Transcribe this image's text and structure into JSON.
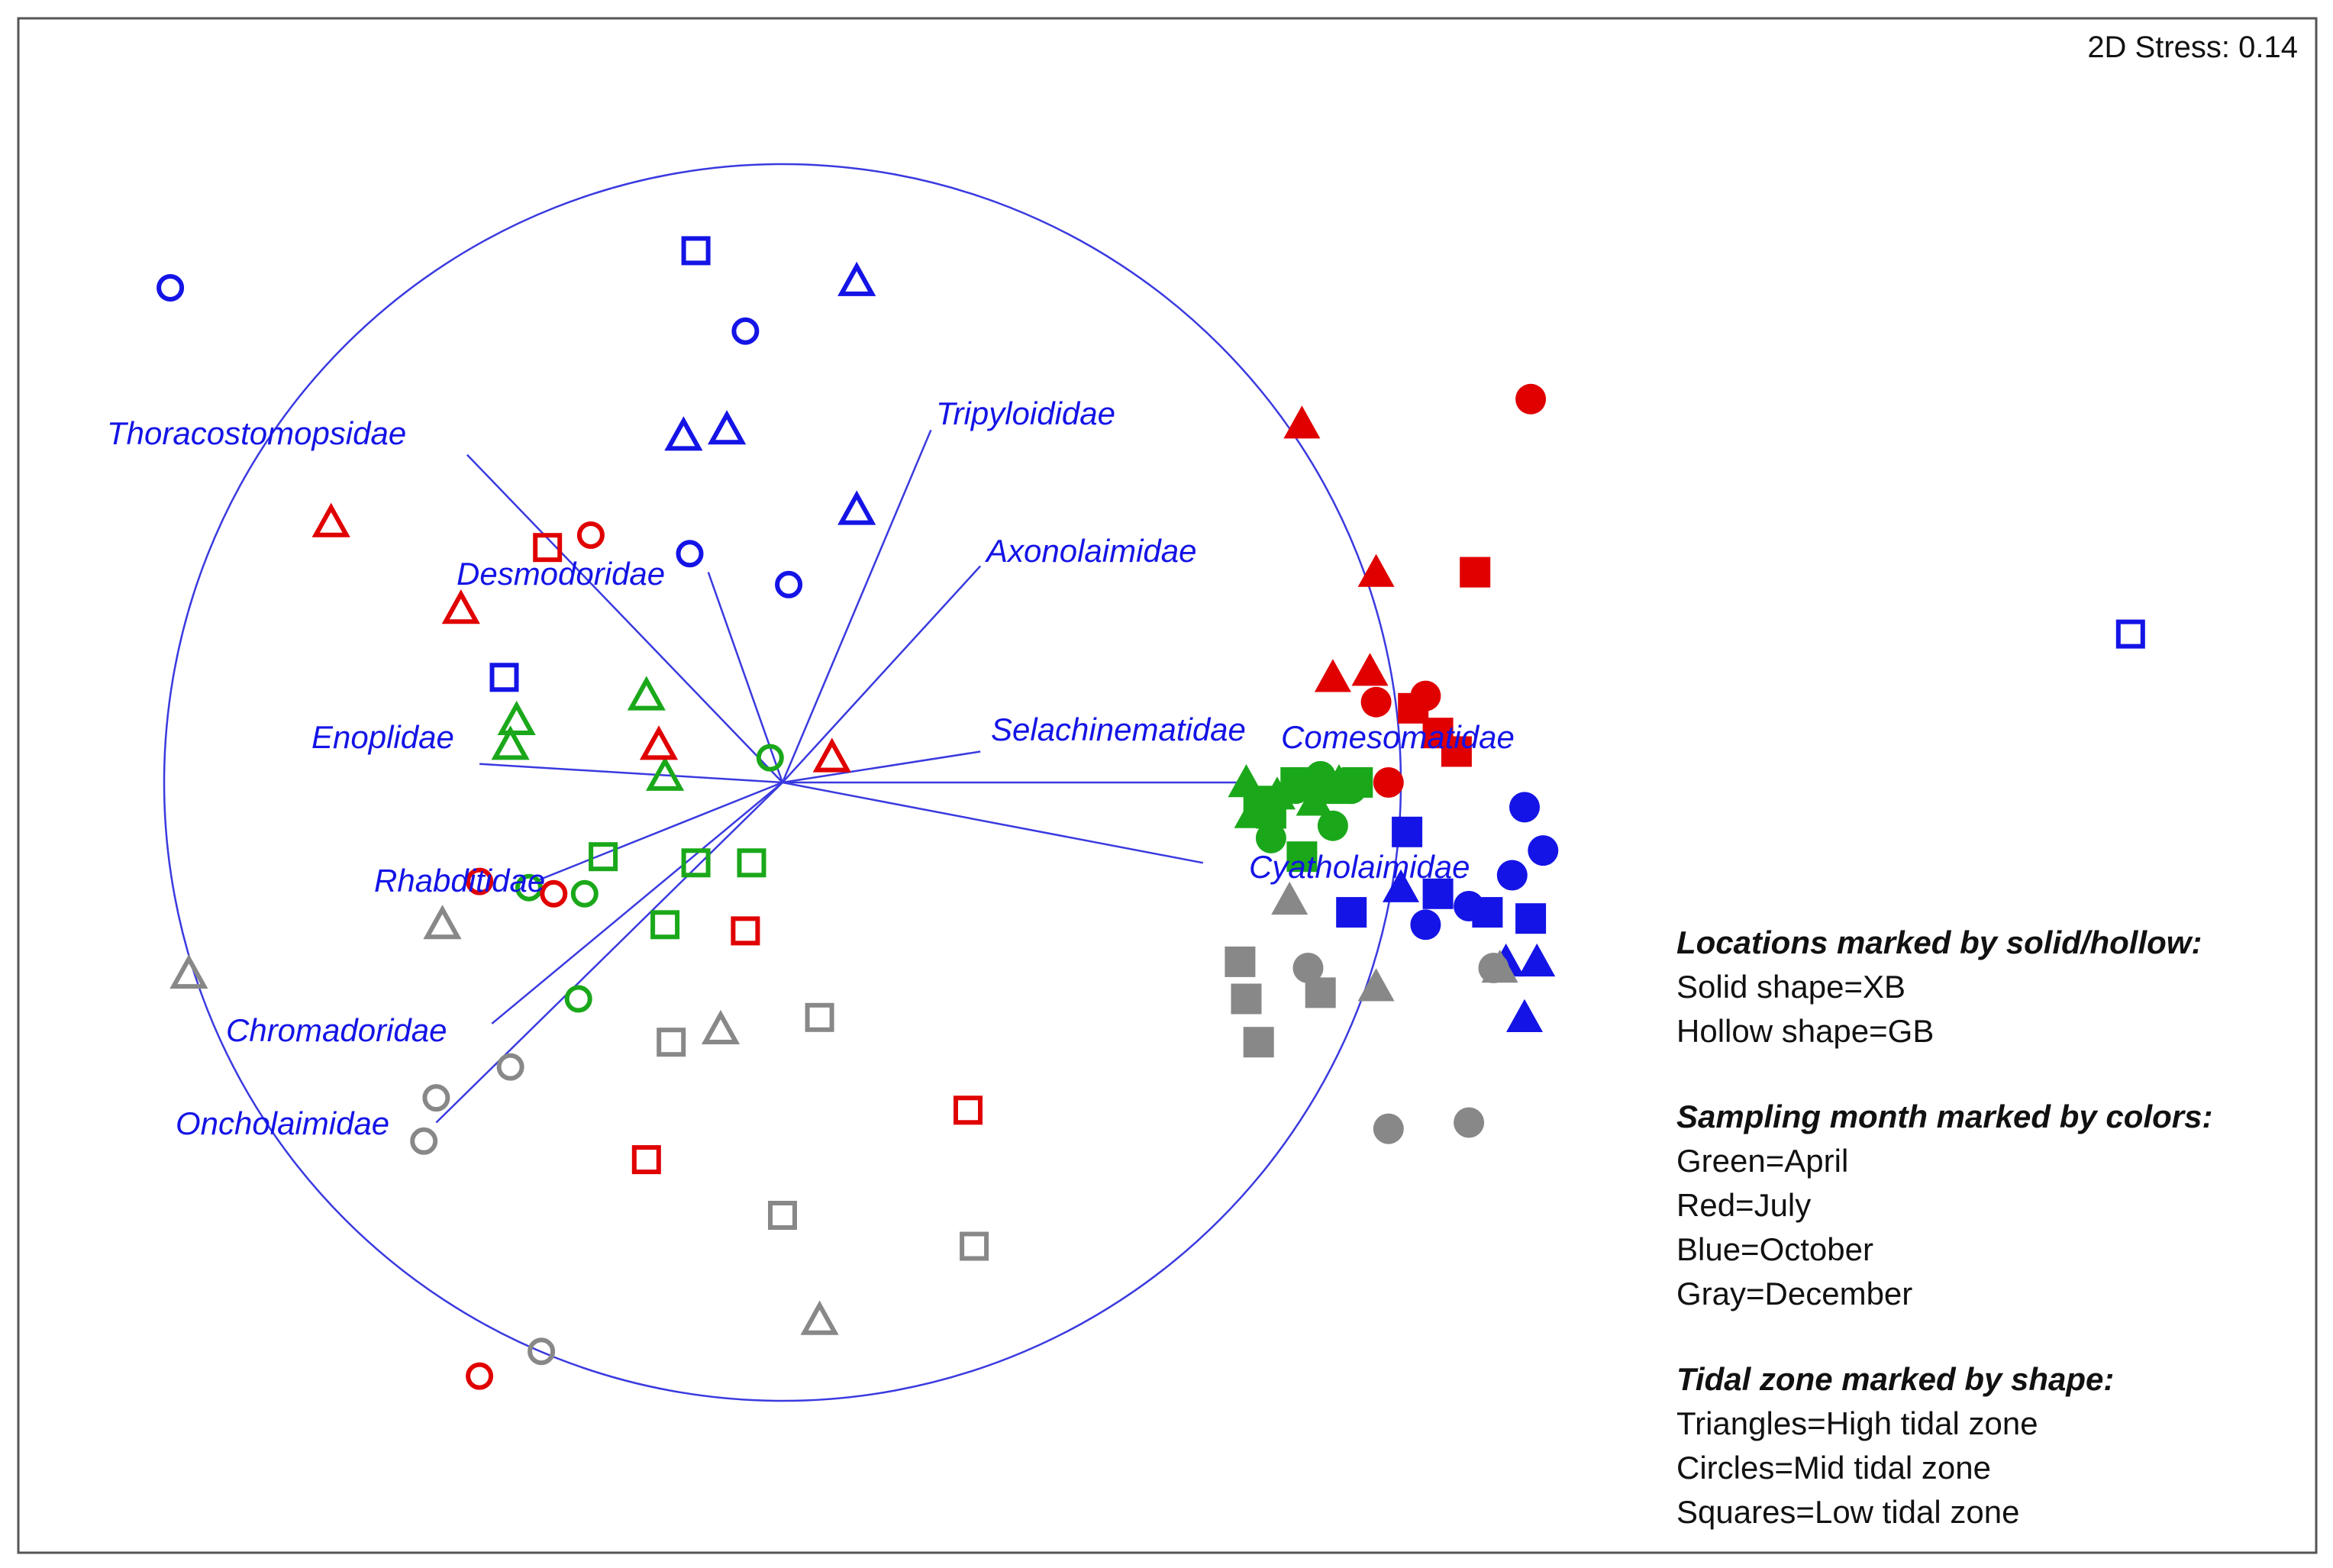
{
  "chart_data": {
    "type": "scatter",
    "title": "",
    "xlabel": "",
    "ylabel": "",
    "grid": false,
    "stress_label": "2D Stress: 0.14",
    "vector_circle": {
      "cx": 0,
      "cy": 0,
      "r": 1
    },
    "vectors": [
      {
        "label": "Thoracostomopsidae",
        "x": -0.51,
        "y": 0.53
      },
      {
        "label": "Desmodoridae",
        "x": -0.12,
        "y": 0.34
      },
      {
        "label": "Tripyloididae",
        "x": 0.24,
        "y": 0.57
      },
      {
        "label": "Axonolaimidae",
        "x": 0.32,
        "y": 0.35
      },
      {
        "label": "Enoplidae",
        "x": -0.49,
        "y": 0.03
      },
      {
        "label": "Selachinematidae",
        "x": 0.32,
        "y": 0.05
      },
      {
        "label": "Comesomatidae",
        "x": 0.75,
        "y": 0.0
      },
      {
        "label": "Cyatholaimidae",
        "x": 0.68,
        "y": -0.13
      },
      {
        "label": "Rhabditidae",
        "x": -0.4,
        "y": -0.16
      },
      {
        "label": "Chromadoridae",
        "x": -0.47,
        "y": -0.39
      },
      {
        "label": "Oncholaimidae",
        "x": -0.56,
        "y": -0.55
      }
    ],
    "series": [
      {
        "color": "#1aa81a",
        "filled": false,
        "shape": "triangle",
        "points": [
          [
            -0.22,
            0.14
          ],
          [
            -0.43,
            0.1
          ],
          [
            -0.44,
            0.06
          ],
          [
            -0.19,
            0.01
          ]
        ]
      },
      {
        "color": "#1aa81a",
        "filled": false,
        "shape": "circle",
        "points": [
          [
            -0.02,
            0.04
          ],
          [
            -0.41,
            -0.17
          ],
          [
            -0.32,
            -0.18
          ],
          [
            -0.33,
            -0.35
          ]
        ]
      },
      {
        "color": "#1aa81a",
        "filled": false,
        "shape": "square",
        "points": [
          [
            -0.29,
            -0.12
          ],
          [
            -0.14,
            -0.13
          ],
          [
            -0.05,
            -0.13
          ],
          [
            -0.19,
            -0.23
          ]
        ]
      },
      {
        "color": "#e00000",
        "filled": false,
        "shape": "triangle",
        "points": [
          [
            -0.73,
            0.42
          ],
          [
            -0.52,
            0.28
          ],
          [
            -0.2,
            0.06
          ],
          [
            0.08,
            0.04
          ]
        ]
      },
      {
        "color": "#e00000",
        "filled": false,
        "shape": "circle",
        "points": [
          [
            -0.31,
            0.4
          ],
          [
            -0.49,
            -0.16
          ],
          [
            -0.37,
            -0.18
          ],
          [
            -0.49,
            -0.96
          ]
        ]
      },
      {
        "color": "#e00000",
        "filled": false,
        "shape": "square",
        "points": [
          [
            -0.38,
            0.38
          ],
          [
            -0.06,
            -0.24
          ],
          [
            0.3,
            -0.53
          ],
          [
            -0.22,
            -0.61
          ]
        ]
      },
      {
        "color": "#1414e6",
        "filled": false,
        "shape": "triangle",
        "points": [
          [
            0.12,
            0.81
          ],
          [
            -0.16,
            0.56
          ],
          [
            -0.09,
            0.57
          ],
          [
            0.12,
            0.44
          ]
        ]
      },
      {
        "color": "#1414e6",
        "filled": false,
        "shape": "circle",
        "points": [
          [
            -0.99,
            0.8
          ],
          [
            -0.06,
            0.73
          ],
          [
            -0.15,
            0.37
          ],
          [
            0.01,
            0.32
          ]
        ]
      },
      {
        "color": "#1414e6",
        "filled": false,
        "shape": "square",
        "points": [
          [
            -0.14,
            0.86
          ],
          [
            -0.45,
            0.17
          ],
          [
            2.18,
            0.24
          ]
        ]
      },
      {
        "color": "#888888",
        "filled": false,
        "shape": "triangle",
        "points": [
          [
            -0.55,
            -0.23
          ],
          [
            -0.96,
            -0.31
          ],
          [
            -0.1,
            -0.4
          ],
          [
            0.06,
            -0.87
          ]
        ]
      },
      {
        "color": "#888888",
        "filled": false,
        "shape": "circle",
        "points": [
          [
            -0.44,
            -0.46
          ],
          [
            -0.56,
            -0.51
          ],
          [
            -0.58,
            -0.58
          ],
          [
            -0.39,
            -0.92
          ]
        ]
      },
      {
        "color": "#888888",
        "filled": false,
        "shape": "square",
        "points": [
          [
            -0.18,
            -0.42
          ],
          [
            0.06,
            -0.38
          ],
          [
            0.0,
            -0.7
          ],
          [
            0.31,
            -0.75
          ]
        ]
      },
      {
        "color": "#1aa81a",
        "filled": true,
        "shape": "triangle",
        "points": [
          [
            0.75,
            0.0
          ],
          [
            0.76,
            -0.05
          ],
          [
            0.8,
            -0.02
          ],
          [
            0.86,
            -0.03
          ],
          [
            0.88,
            -0.01
          ],
          [
            0.9,
            0.0
          ]
        ]
      },
      {
        "color": "#1aa81a",
        "filled": true,
        "shape": "circle",
        "points": [
          [
            0.79,
            -0.09
          ],
          [
            0.83,
            -0.01
          ],
          [
            0.87,
            0.01
          ],
          [
            0.89,
            -0.07
          ],
          [
            0.91,
            0.0
          ],
          [
            0.92,
            -0.01
          ]
        ]
      },
      {
        "color": "#1aa81a",
        "filled": true,
        "shape": "square",
        "points": [
          [
            0.77,
            -0.03
          ],
          [
            0.79,
            -0.05
          ],
          [
            0.83,
            0.0
          ],
          [
            0.84,
            -0.12
          ],
          [
            0.9,
            -0.01
          ],
          [
            0.93,
            0.0
          ]
        ]
      },
      {
        "color": "#e00000",
        "filled": true,
        "shape": "triangle",
        "points": [
          [
            0.84,
            0.58
          ],
          [
            0.96,
            0.34
          ],
          [
            0.89,
            0.17
          ],
          [
            0.95,
            0.18
          ]
        ]
      },
      {
        "color": "#e00000",
        "filled": true,
        "shape": "circle",
        "points": [
          [
            1.21,
            0.62
          ],
          [
            0.96,
            0.13
          ],
          [
            1.04,
            0.14
          ],
          [
            0.98,
            0.0
          ]
        ]
      },
      {
        "color": "#e00000",
        "filled": true,
        "shape": "square",
        "points": [
          [
            1.12,
            0.34
          ],
          [
            1.02,
            0.12
          ],
          [
            1.06,
            0.08
          ],
          [
            1.09,
            0.05
          ]
        ]
      },
      {
        "color": "#1414e6",
        "filled": true,
        "shape": "triangle",
        "points": [
          [
            1.0,
            -0.17
          ],
          [
            1.17,
            -0.29
          ],
          [
            1.2,
            -0.38
          ],
          [
            1.22,
            -0.29
          ]
        ]
      },
      {
        "color": "#1414e6",
        "filled": true,
        "shape": "circle",
        "points": [
          [
            1.2,
            -0.04
          ],
          [
            1.23,
            -0.11
          ],
          [
            1.18,
            -0.15
          ],
          [
            1.04,
            -0.23
          ],
          [
            1.11,
            -0.2
          ]
        ]
      },
      {
        "color": "#1414e6",
        "filled": true,
        "shape": "square",
        "points": [
          [
            1.01,
            -0.08
          ],
          [
            0.92,
            -0.21
          ],
          [
            1.06,
            -0.18
          ],
          [
            1.14,
            -0.21
          ],
          [
            1.21,
            -0.22
          ]
        ]
      },
      {
        "color": "#888888",
        "filled": true,
        "shape": "triangle",
        "points": [
          [
            0.82,
            -0.19
          ],
          [
            0.96,
            -0.33
          ],
          [
            1.16,
            -0.3
          ]
        ]
      },
      {
        "color": "#888888",
        "filled": true,
        "shape": "circle",
        "points": [
          [
            0.85,
            -0.3
          ],
          [
            1.15,
            -0.3
          ],
          [
            0.98,
            -0.56
          ],
          [
            1.11,
            -0.55
          ]
        ]
      },
      {
        "color": "#888888",
        "filled": true,
        "shape": "square",
        "points": [
          [
            0.74,
            -0.29
          ],
          [
            0.75,
            -0.35
          ],
          [
            0.87,
            -0.34
          ],
          [
            0.77,
            -0.42
          ]
        ]
      }
    ]
  },
  "legend": {
    "locations_title": "Locations marked by solid/hollow:",
    "locations_solid": "Solid shape=XB",
    "locations_hollow": "Hollow shape=GB",
    "month_title": "Sampling month marked by colors:",
    "month_green": "Green=April",
    "month_red": "Red=July",
    "month_blue": "Blue=October",
    "month_gray": "Gray=December",
    "tide_title": "Tidal zone marked by shape:",
    "tide_high": "Triangles=High tidal zone",
    "tide_mid": "Circles=Mid tidal zone",
    "tide_low": "Squares=Low tidal zone"
  }
}
